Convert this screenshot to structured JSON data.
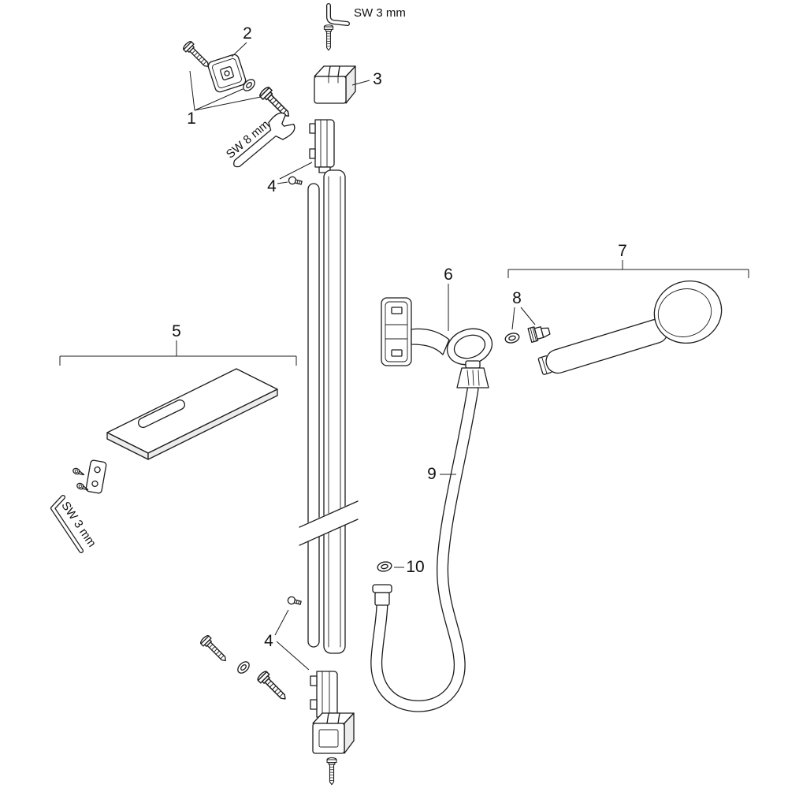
{
  "colors": {
    "ink": "#1c1c1c",
    "background": "#ffffff"
  },
  "callouts": {
    "part1": "1",
    "part2": "2",
    "part3": "3",
    "part4_top": "4",
    "part5": "5",
    "part6": "6",
    "part7": "7",
    "part8": "8",
    "part9": "9",
    "part10": "10",
    "part4_bottom": "4"
  },
  "tool_labels": {
    "allen_key_top": "SW 3 mm",
    "open_end_wrench": "SW 8 mm",
    "allen_key_left": "SW 3 mm"
  }
}
